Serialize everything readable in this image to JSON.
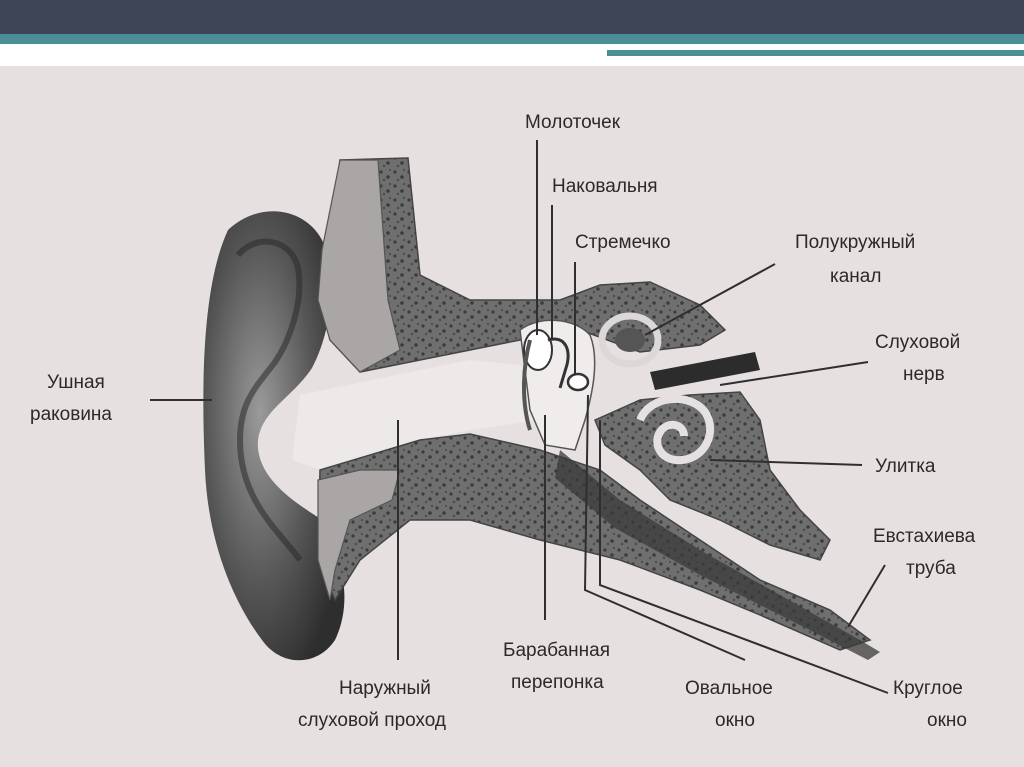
{
  "theme": {
    "header_color": "#3e4556",
    "accent_color": "#4b8f96",
    "background_color": "#e6e1e0"
  },
  "labels": {
    "malleus": "Молоточек",
    "incus": "Наковальня",
    "stapes": "Стремечко",
    "semicircular_canal_line1": "Полукружный",
    "semicircular_canal_line2": "канал",
    "auditory_nerve_line1": "Слуховой",
    "auditory_nerve_line2": "нерв",
    "auricle_line1": "Ушная",
    "auricle_line2": "раковина",
    "cochlea": "Улитка",
    "eustachian_tube_line1": "Евстахиева",
    "eustachian_tube_line2": "труба",
    "eardrum_line1": "Барабанная",
    "eardrum_line2": "перепонка",
    "ear_canal_line1": "Наружный",
    "ear_canal_line2": "слуховой проход",
    "oval_window_line1": "Овальное",
    "oval_window_line2": "окно",
    "round_window_line1": "Круглое",
    "round_window_line2": "окно"
  }
}
